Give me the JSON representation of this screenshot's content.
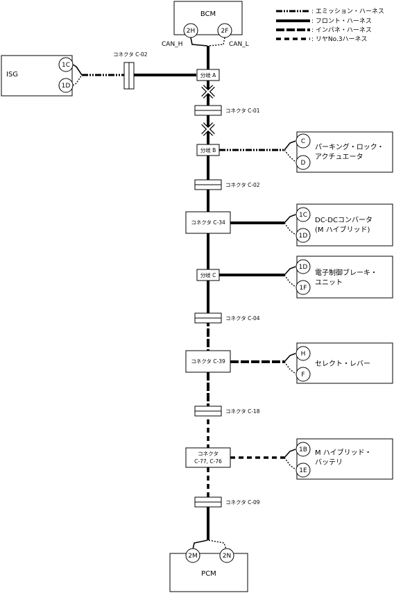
{
  "legend": [
    {
      "label": ": エミッション・ハーネス",
      "style": "emission"
    },
    {
      "label": ": フロント・ハーネス",
      "style": "front"
    },
    {
      "label": ": インパネ・ハーネス",
      "style": "instrument"
    },
    {
      "label": ": リヤNo.3ハーネス",
      "style": "rear"
    }
  ],
  "modules": {
    "bcm": {
      "name": "BCM",
      "pin_h": "2H",
      "pin_l": "2F",
      "can_h": "CAN_H",
      "can_l": "CAN_L"
    },
    "pcm": {
      "name": "PCM",
      "pin_h": "2M",
      "pin_l": "2N"
    },
    "isg": {
      "name": "ISG",
      "pin_top": "1C",
      "pin_bottom": "1D"
    },
    "parking": {
      "line1": "パーキング・ロック・",
      "line2": "アクチュエータ",
      "pin_top": "C",
      "pin_bottom": "D"
    },
    "dcdc": {
      "line1": "DC-DCコンバータ",
      "line2": "(M ハイブリッド)",
      "pin_top": "1C",
      "pin_bottom": "1D"
    },
    "brake": {
      "line1": "電子制御ブレーキ・",
      "line2": "ユニット",
      "pin_top": "1D",
      "pin_bottom": "1F"
    },
    "select": {
      "line1": "セレクト・レバー",
      "pin_top": "H",
      "pin_bottom": "F"
    },
    "battery": {
      "line1": "M ハイブリッド・",
      "line2": "バッテリ",
      "pin_top": "1B",
      "pin_bottom": "1E"
    }
  },
  "splices": {
    "a": "分岐 A",
    "b": "分岐 B",
    "c": "分岐 C"
  },
  "connectors": {
    "isg_c02": "コネクタ C-02",
    "c01": "コネクタ C-01",
    "c02": "コネクタ C-02",
    "c34": "コネクタ C-34",
    "c04": "コネクタ C-04",
    "c39": "コネクタ C-39",
    "c18": "コネクタ C-18",
    "c77_line1": "コネクタ",
    "c77_line2": "C-77, C-76",
    "c09": "コネクタ C-09"
  },
  "colors": {
    "line": "#000000",
    "background": "#ffffff"
  }
}
